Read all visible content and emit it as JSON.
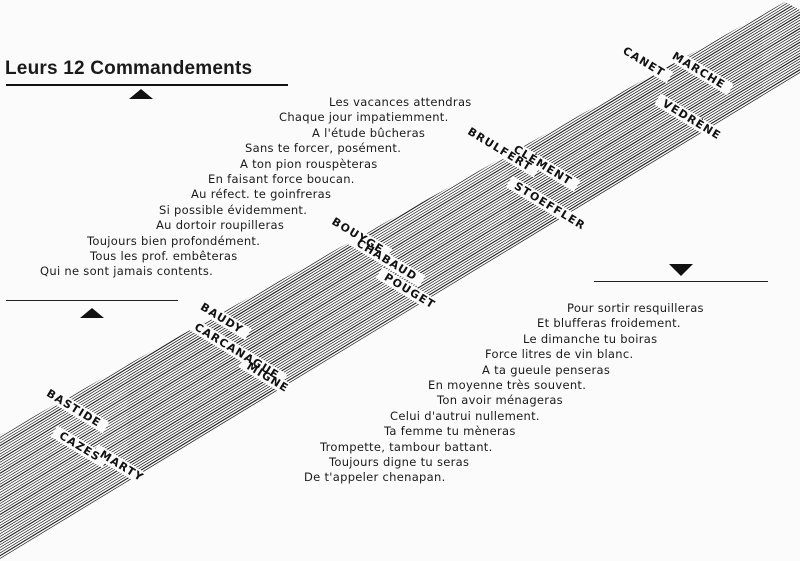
{
  "heading": {
    "title": "Leurs 12 Commandements"
  },
  "left_verse": [
    "Les vacances attendras",
    "Chaque jour impatiemment.",
    "A l'étude bûcheras",
    "Sans te forcer, posément.",
    "A ton pion rouspèteras",
    "En faisant force boucan.",
    "Au réfect. te goinfreras",
    "Si possible évidemment.",
    "Au dortoir roupilleras",
    "Toujours bien profondément.",
    "Tous les prof. embêteras",
    "Qui ne sont jamais contents."
  ],
  "right_verse": [
    "Pour sortir resquilleras",
    "Et blufferas froidement.",
    "Le dimanche tu boiras",
    "Force litres de vin blanc.",
    "A ta gueule penseras",
    "En moyenne très souvent.",
    "Ton avoir ménageras",
    "Celui d'autrui nullement.",
    "Ta femme tu mèneras",
    "Trompette, tambour battant.",
    "Toujours digne tu seras",
    "De t'appeler chenapan."
  ],
  "names": {
    "row1": [
      "BASTIDE",
      "BAUDY",
      "BOUYGE",
      "BRULFERT",
      "CANET"
    ],
    "row2": [
      "CAZES",
      "CARCANAGUE",
      "CHABAUD",
      "CLÉMENT",
      "MARCHE"
    ],
    "row3": [
      "MARTY",
      "MIGNE",
      "POUGET",
      "STOEFFLER",
      "VEDRÈNE"
    ]
  }
}
